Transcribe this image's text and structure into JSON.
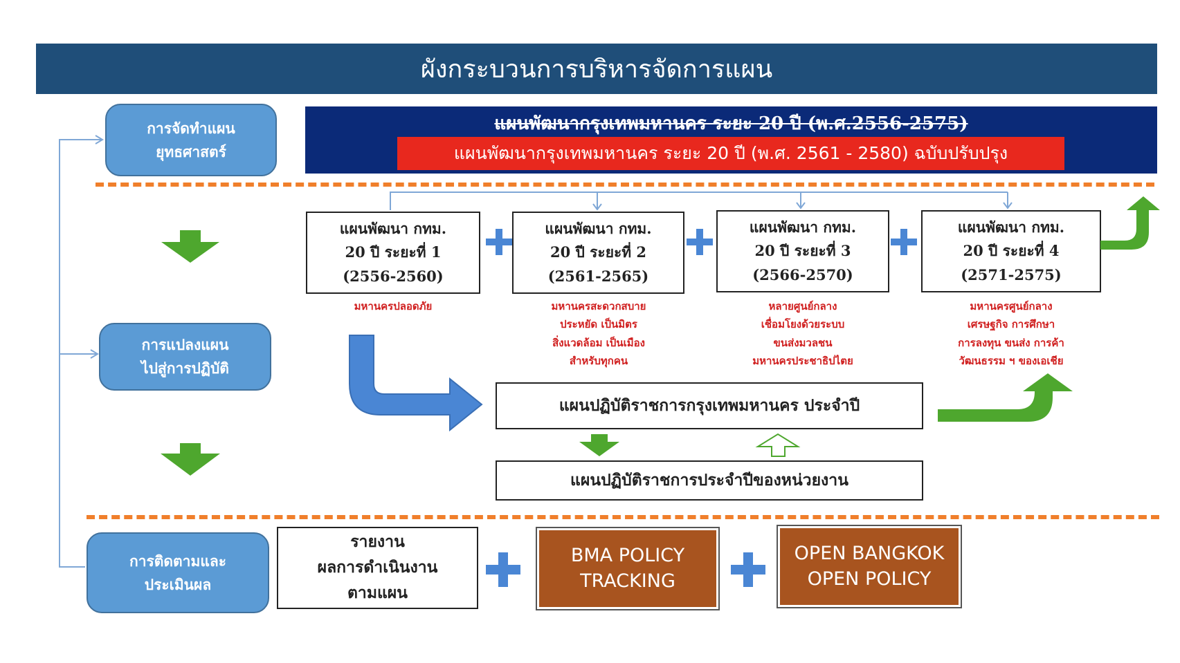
{
  "title": "ผังกระบวนการบริหารจัดการแผน",
  "stages": {
    "strategy": [
      "การจัดทำแผน",
      "ยุทธศาสตร์"
    ],
    "implementation": [
      "การแปลงแผน",
      "ไปสู่การปฏิบัติ"
    ],
    "monitoring": [
      "การติดตามและ",
      "ประเมินผล"
    ]
  },
  "plan_old": "แผนพัฒนากรุงเทพมหานคร ระยะ 20 ปี (พ.ศ.2556-2575)",
  "plan_new": "แผนพัฒนากรุงเทพมหานคร ระยะ 20 ปี (พ.ศ. 2561 - 2580) ฉบับปรับปรุง",
  "phases": [
    {
      "line1": "แผนพัฒนา กทม.",
      "line2": "20 ปี ระยะที่ 1",
      "line3": "(2556-2560)",
      "goals": [
        "มหานครปลอดภัย"
      ]
    },
    {
      "line1": "แผนพัฒนา กทม.",
      "line2": "20 ปี ระยะที่ 2",
      "line3": "(2561-2565)",
      "goals": [
        "มหานครสะดวกสบาย",
        "ประหยัด เป็นมิตร",
        "สิ่งแวดล้อม เป็นเมือง",
        "สำหรับทุกคน"
      ]
    },
    {
      "line1": "แผนพัฒนา กทม.",
      "line2": "20 ปี ระยะที่ 3",
      "line3": "(2566-2570)",
      "goals": [
        "หลายศูนย์กลาง",
        "เชื่อมโยงด้วยระบบ",
        "ขนส่งมวลชน",
        "มหานครประชาธิปไตย"
      ]
    },
    {
      "line1": "แผนพัฒนา กทม.",
      "line2": "20 ปี ระยะที่ 4",
      "line3": "(2571-2575)",
      "goals": [
        "มหานครศูนย์กลาง",
        "เศรษฐกิจ การศึกษา",
        "การลงทุน ขนส่ง การค้า",
        "วัฒนธรรม ฯ ของเอเชีย"
      ]
    }
  ],
  "annual_plan": "แผนปฏิบัติราชการกรุงเทพมหานคร ประจำปี",
  "unit_plan": "แผนปฏิบัติราชการประจำปีของหน่วยงาน",
  "report": [
    "รายงาน",
    "ผลการดำเนินงาน",
    "ตามแผน"
  ],
  "bma_policy": [
    "BMA POLICY",
    "TRACKING"
  ],
  "open_bangkok": [
    "OPEN BANGKOK",
    "OPEN POLICY"
  ],
  "colors": {
    "title_bg": "#1f4e79",
    "stage_blue": "#5b9bd5",
    "banner_navy": "#0b2a78",
    "banner_red": "#e8281e",
    "dash_orange": "#f07f2b",
    "arrow_green": "#4ea72e",
    "arrow_blue": "#4a86d4",
    "goal_red": "#d01f1f",
    "brown_box": "#a8541f"
  }
}
